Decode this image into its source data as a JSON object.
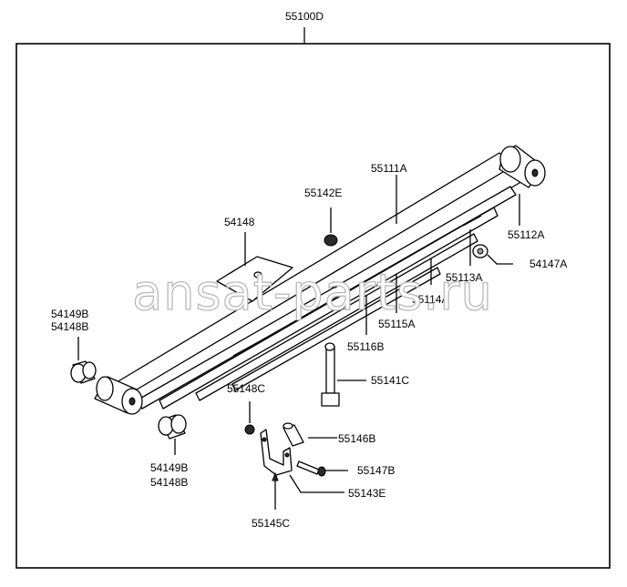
{
  "assembly_label": "55100D",
  "callouts": [
    {
      "id": "55111A"
    },
    {
      "id": "55142E"
    },
    {
      "id": "54148"
    },
    {
      "id": "55112A"
    },
    {
      "id": "54147A"
    },
    {
      "id": "55113A"
    },
    {
      "id": "55114A"
    },
    {
      "id": "55115A"
    },
    {
      "id": "55116B"
    },
    {
      "id": "54149B"
    },
    {
      "id": "54148B"
    },
    {
      "id": "55141C"
    },
    {
      "id": "55148C"
    },
    {
      "id": "55146B"
    },
    {
      "id": "55147B"
    },
    {
      "id": "55143E"
    },
    {
      "id": "54149B"
    },
    {
      "id": "54148B"
    },
    {
      "id": "55145C"
    }
  ],
  "watermark": "ansat-parts.ru"
}
